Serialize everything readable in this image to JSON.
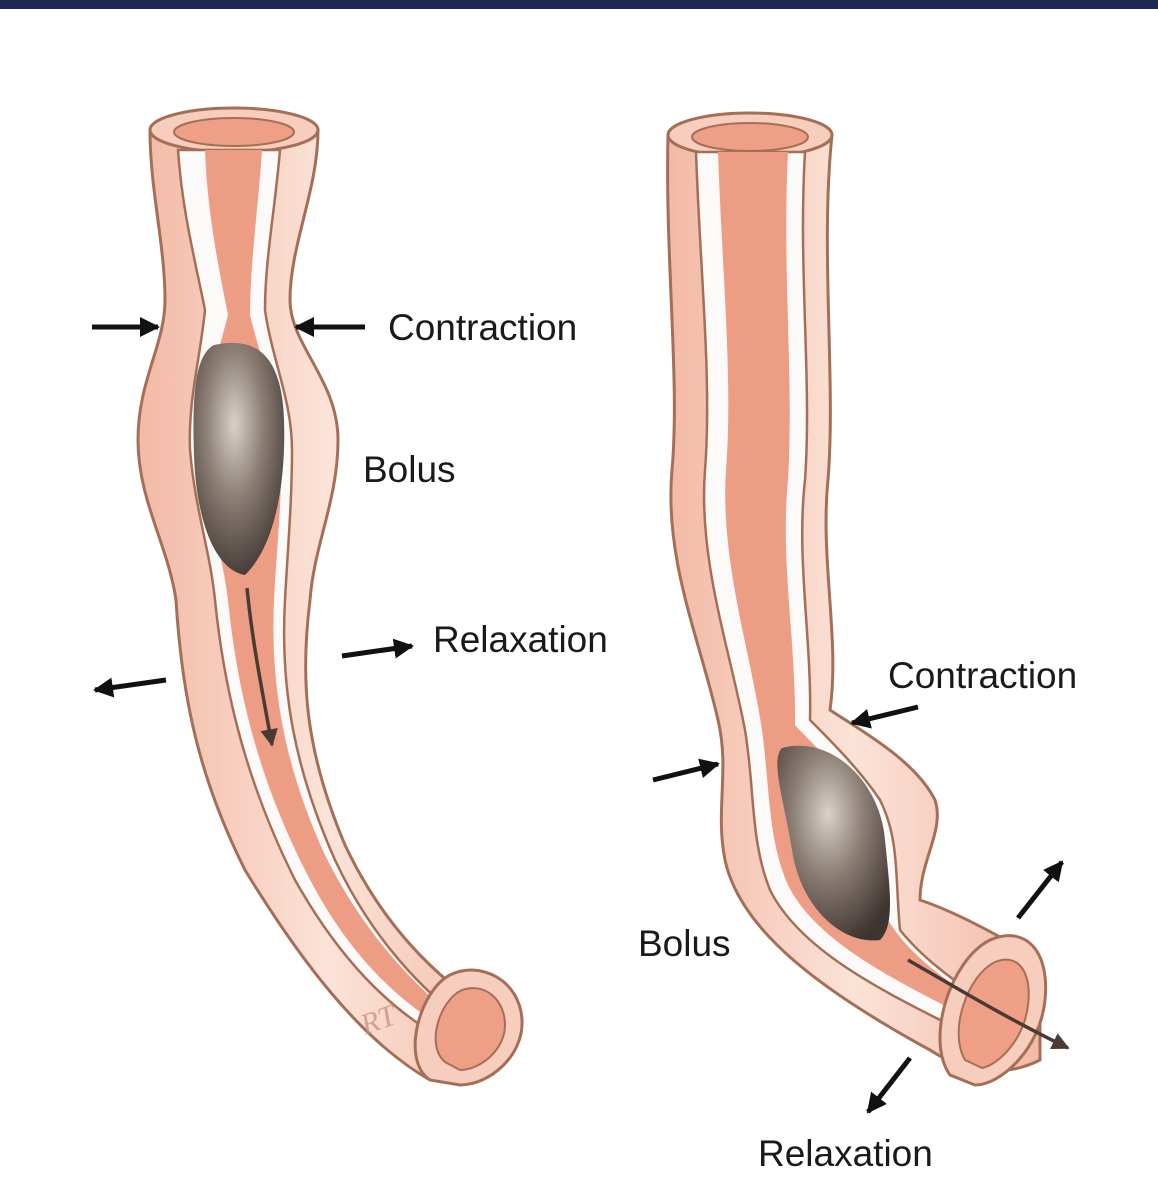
{
  "labels": {
    "left_contraction": "Contraction",
    "left_bolus": "Bolus",
    "left_relaxation": "Relaxation",
    "right_contraction": "Contraction",
    "right_bolus": "Bolus",
    "right_relaxation": "Relaxation"
  },
  "artist_signature": "RT",
  "colors": {
    "top_border": "#1c2a55",
    "wall": "#f6c9b8",
    "wall_outline": "#a46f57",
    "lumen": "#ee9d85",
    "bolus": "#6b5d55",
    "arrow": "#111111",
    "flow_arrow": "#4a3a34"
  }
}
